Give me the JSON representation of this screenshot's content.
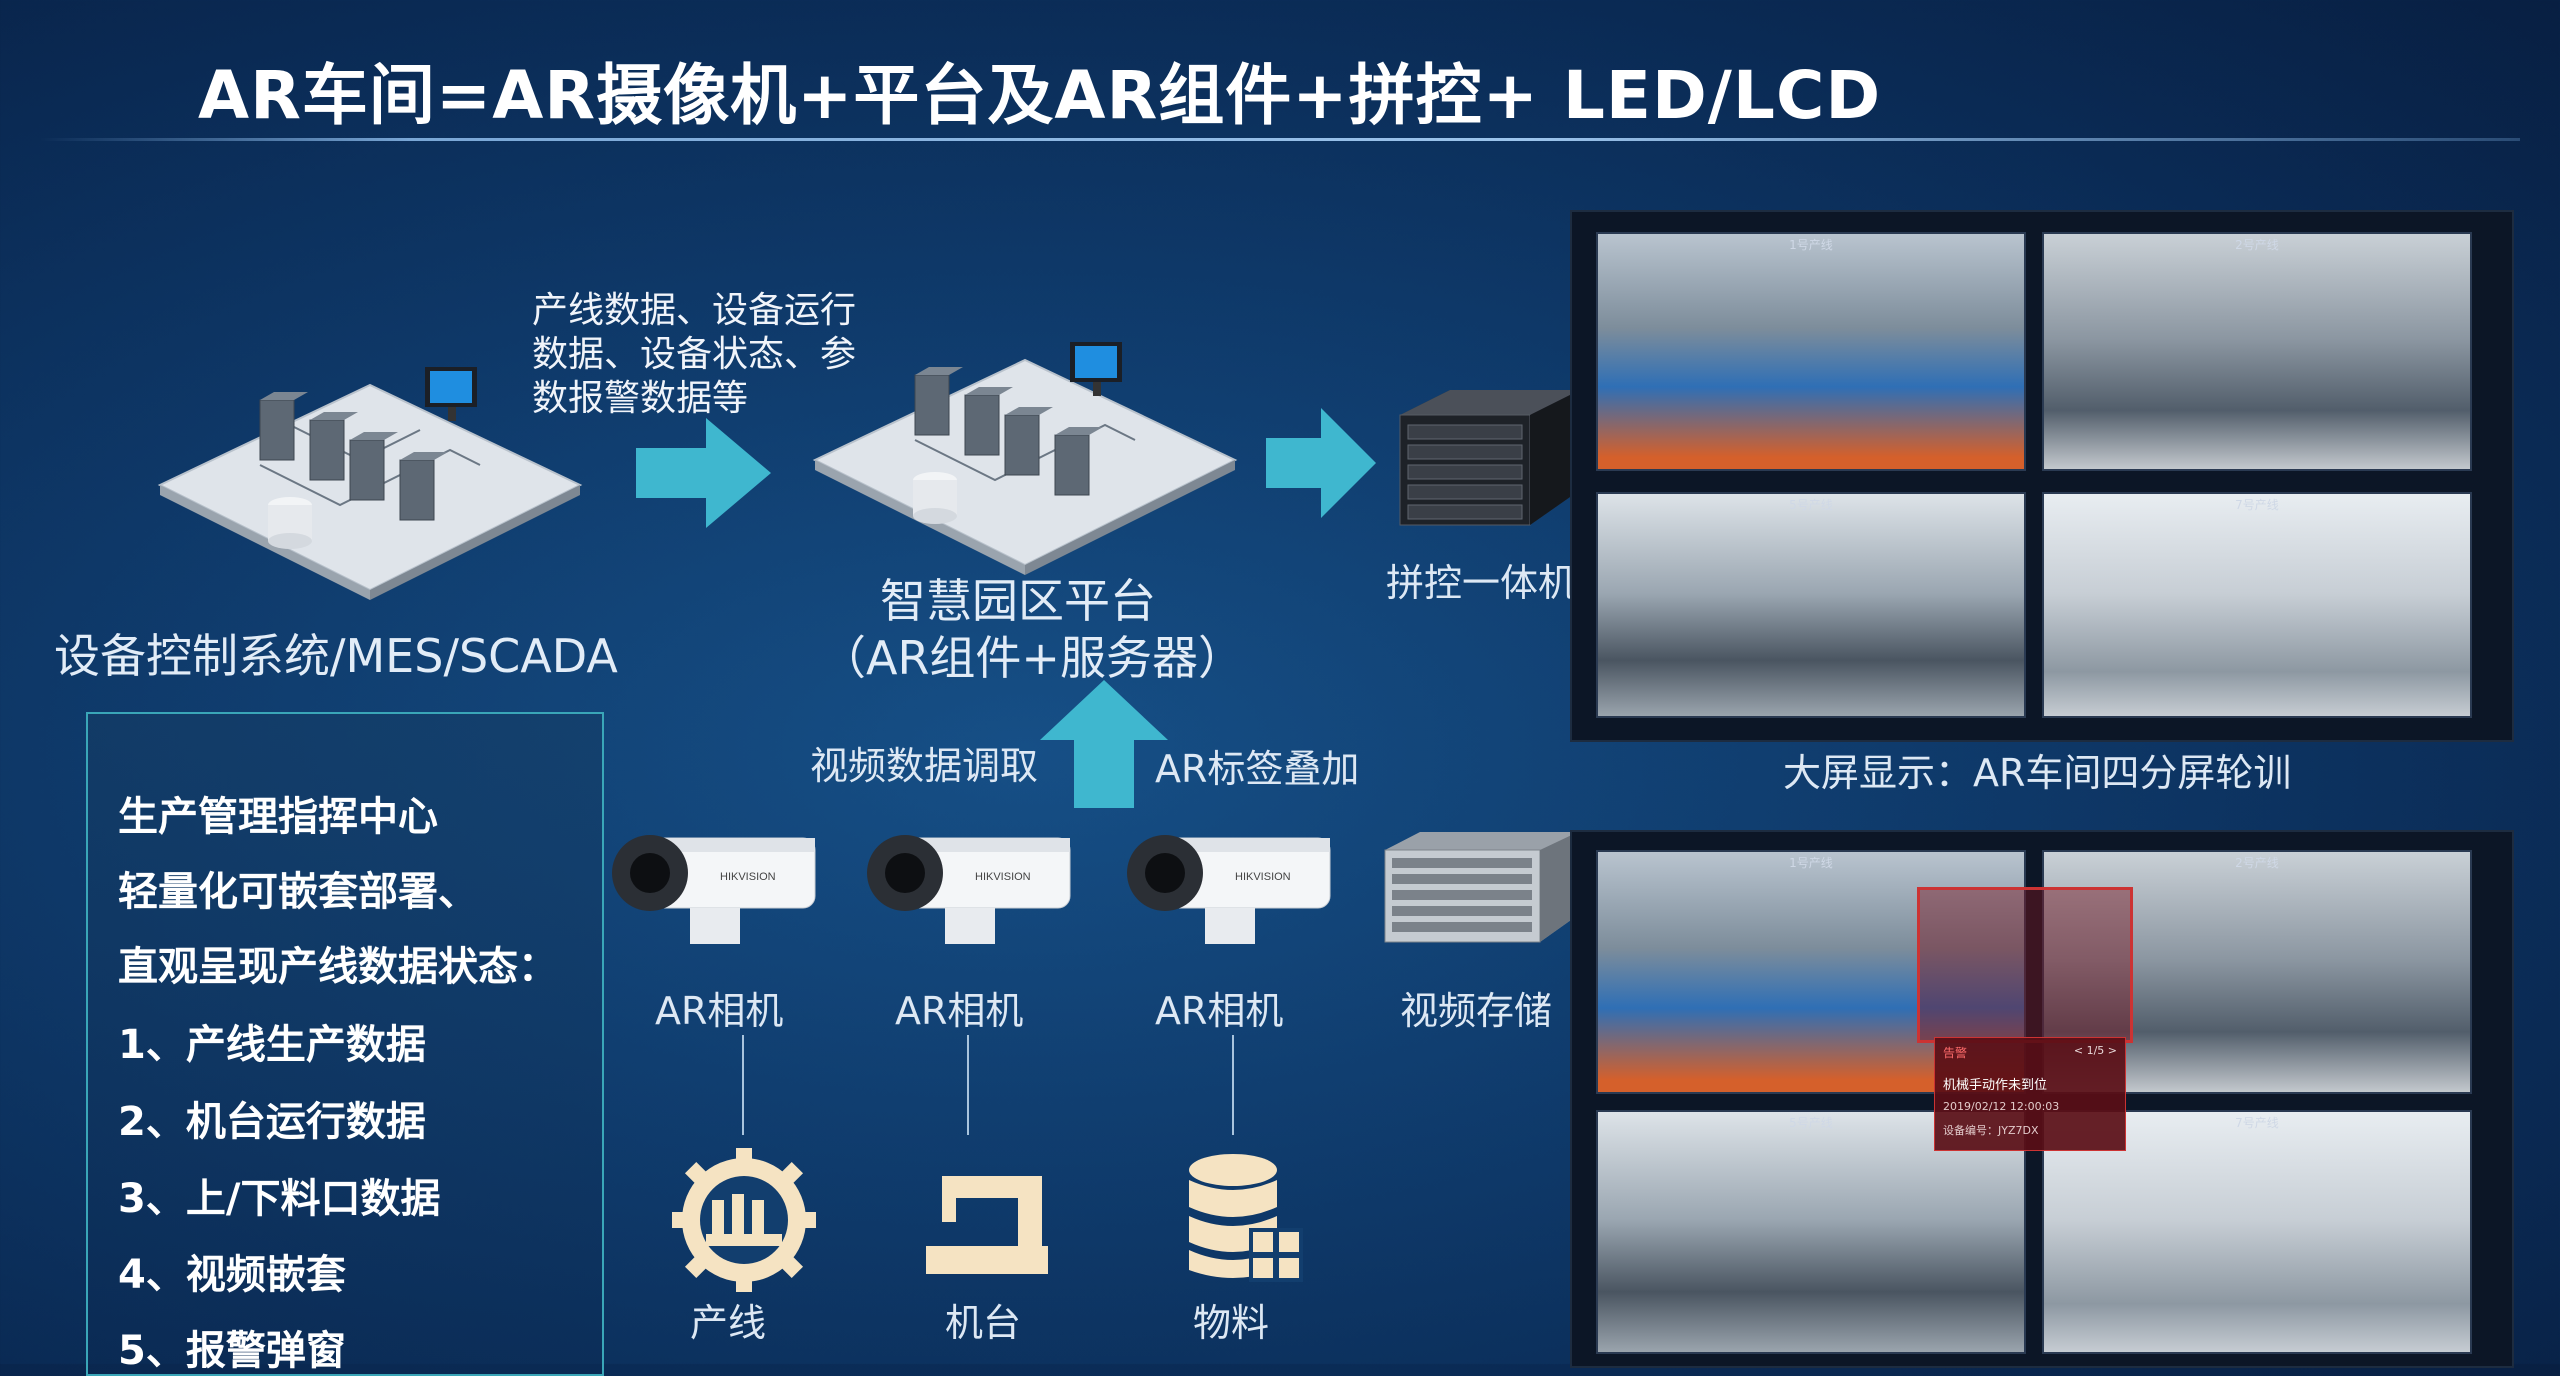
{
  "title": "AR车间=AR摄像机+平台及AR组件+拼控+ LED/LCD",
  "flow_text": {
    "line1": "产线数据、设备运行",
    "line2": "数据、设备状态、参",
    "line3": "数报警数据等"
  },
  "left_system_label": "设备控制系统/MES/SCADA",
  "platform_label_1": "智慧园区平台",
  "platform_label_2": "（AR组件+服务器）",
  "splice_label": "拼控一体机",
  "video_fetch_label": "视频数据调取",
  "ar_overlay_label": "AR标签叠加",
  "cameras": [
    {
      "label": "AR相机"
    },
    {
      "label": "AR相机"
    },
    {
      "label": "AR相机"
    }
  ],
  "storage_label": "视频存储",
  "bottom_icons": [
    {
      "label": "产线",
      "icon": "factory-gear-icon"
    },
    {
      "label": "机台",
      "icon": "machine-icon"
    },
    {
      "label": "物料",
      "icon": "database-icon"
    }
  ],
  "screen_caption": "大屏显示：AR车间四分屏轮训",
  "info_box": {
    "lines": [
      "生产管理指挥中心",
      "轻量化可嵌套部署、",
      "直观呈现产线数据状态：",
      "1、产线生产数据",
      "2、机台运行数据",
      "3、上/下料口数据",
      "4、视频嵌套",
      "5、报警弹窗"
    ]
  },
  "screen_tiles_top": [
    {
      "label": "1号产线"
    },
    {
      "label": "2号产线"
    },
    {
      "label": "5号产线"
    },
    {
      "label": "7号产线"
    }
  ],
  "screen_tiles_bottom": [
    {
      "label": "1号产线"
    },
    {
      "label": "2号产线"
    },
    {
      "label": "5号产线"
    },
    {
      "label": "7号产线"
    }
  ],
  "alarm_popup": {
    "header": "告警",
    "counter": "< 1/5 >",
    "message": "机械手动作未到位",
    "time": "2019/02/12 12:00:03",
    "device": "设备编号：JYZ7DX"
  },
  "colors": {
    "accent_cyan": "#3fb7cf",
    "icon_beige": "#f5e3c2",
    "alarm_red": "#8a1c24"
  }
}
